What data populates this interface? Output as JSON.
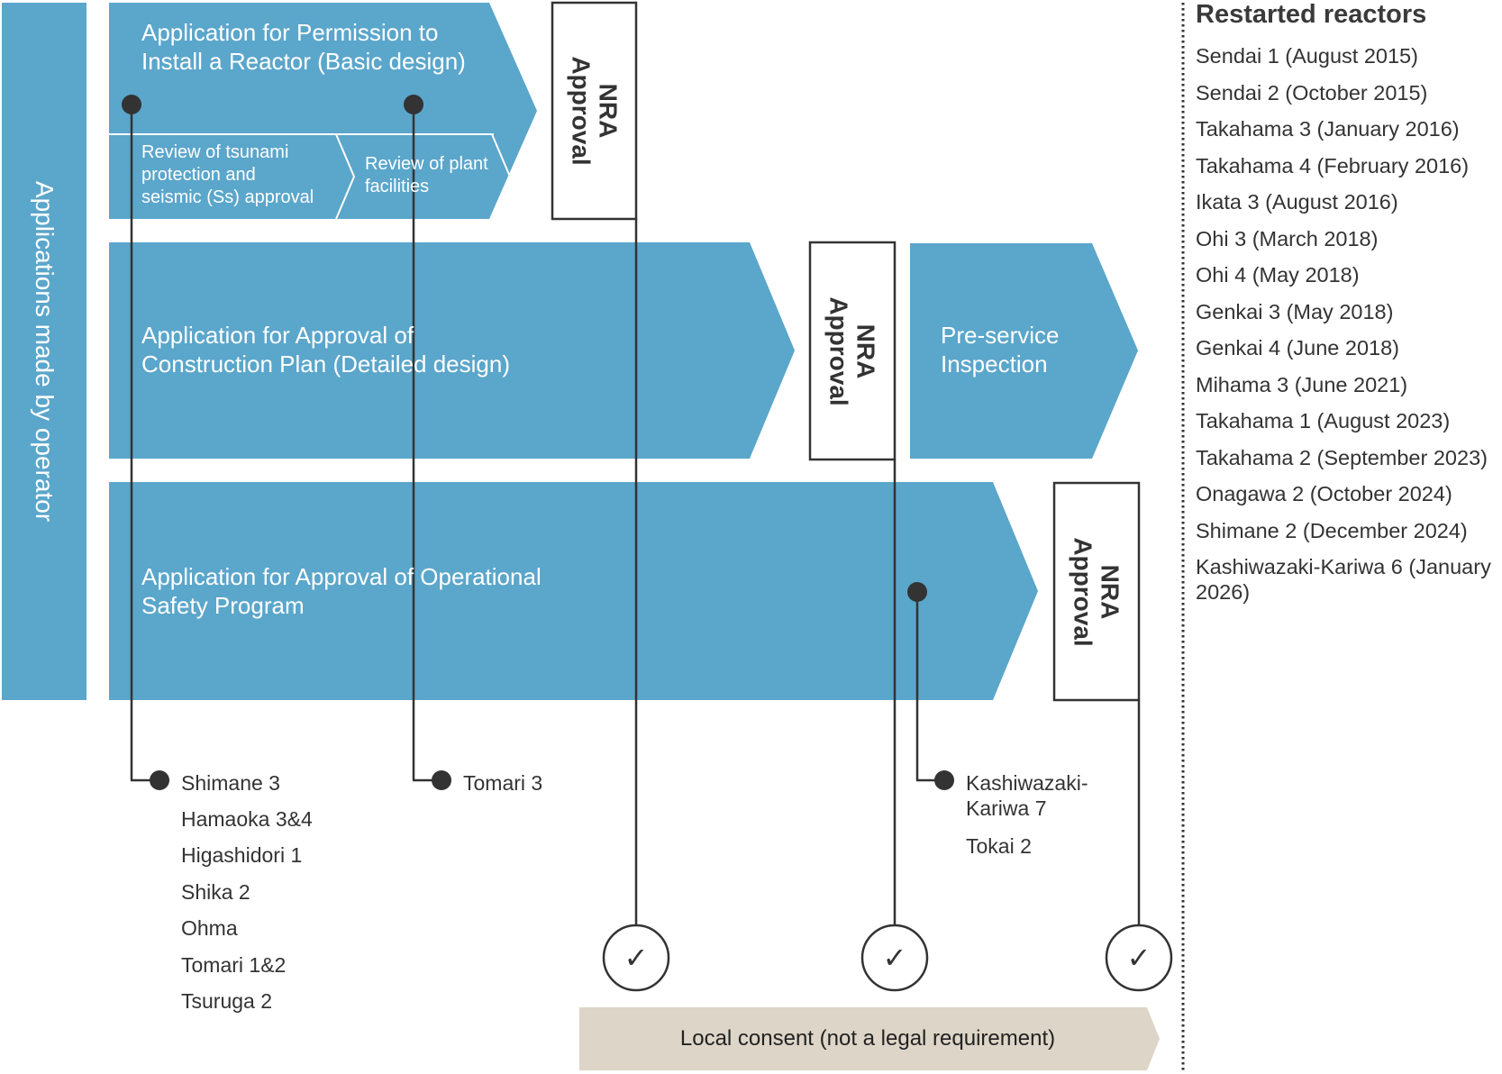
{
  "colors": {
    "stage_fill": "#5ba6cb",
    "line": "#333333",
    "consent_fill": "#ddd5c7",
    "text_dark": "#333333",
    "text_light": "#ffffff"
  },
  "operator_label": "Applications made by operator",
  "stages": {
    "install_permission": {
      "label_line1": "Application for Permission to",
      "label_line2": "Install a Reactor (Basic design)",
      "substeps": [
        {
          "line1": "Review of tsunami",
          "line2": "protection and",
          "line3": "seismic (Ss) approval"
        },
        {
          "line1": "Review of plant",
          "line2": "facilities"
        }
      ]
    },
    "construction_plan": {
      "label_line1": "Application for Approval of",
      "label_line2": "Construction Plan (Detailed design)"
    },
    "preservice": {
      "label_line1": "Pre-service",
      "label_line2": "Inspection"
    },
    "operational_safety": {
      "label_line1": "Application for Approval of Operational",
      "label_line2": "Safety Program"
    }
  },
  "approvals": [
    {
      "label": "NRA\nApproval"
    },
    {
      "label": "NRA\nApproval"
    },
    {
      "label": "NRA\nApproval"
    }
  ],
  "checkmark_glyph": "✓",
  "plant_groups": {
    "tsunami_review": [
      "Shimane 3",
      "Hamaoka 3&4",
      "Higashidori 1",
      "Shika 2",
      "Ohma",
      "Tomari 1&2",
      "Tsuruga 2"
    ],
    "plant_review": [
      "Tomari 3"
    ],
    "operational_review": [
      "Kashiwazaki-\nKariwa 7",
      "Tokai 2"
    ]
  },
  "local_consent": "Local consent (not a legal requirement)",
  "restarted": {
    "title": "Restarted reactors",
    "items": [
      "Sendai 1 (August 2015)",
      "Sendai 2 (October 2015)",
      "Takahama 3 (January 2016)",
      "Takahama 4 (February 2016)",
      "Ikata 3 (August 2016)",
      "Ohi 3 (March 2018)",
      "Ohi 4 (May 2018)",
      "Genkai 3 (May 2018)",
      "Genkai 4 (June 2018)",
      "Mihama 3 (June 2021)",
      "Takahama 1 (August 2023)",
      "Takahama 2 (September 2023)",
      "Onagawa 2 (October 2024)",
      "Shimane 2 (December 2024)",
      "Kashiwazaki-Kariwa 6 (January 2026)"
    ]
  }
}
